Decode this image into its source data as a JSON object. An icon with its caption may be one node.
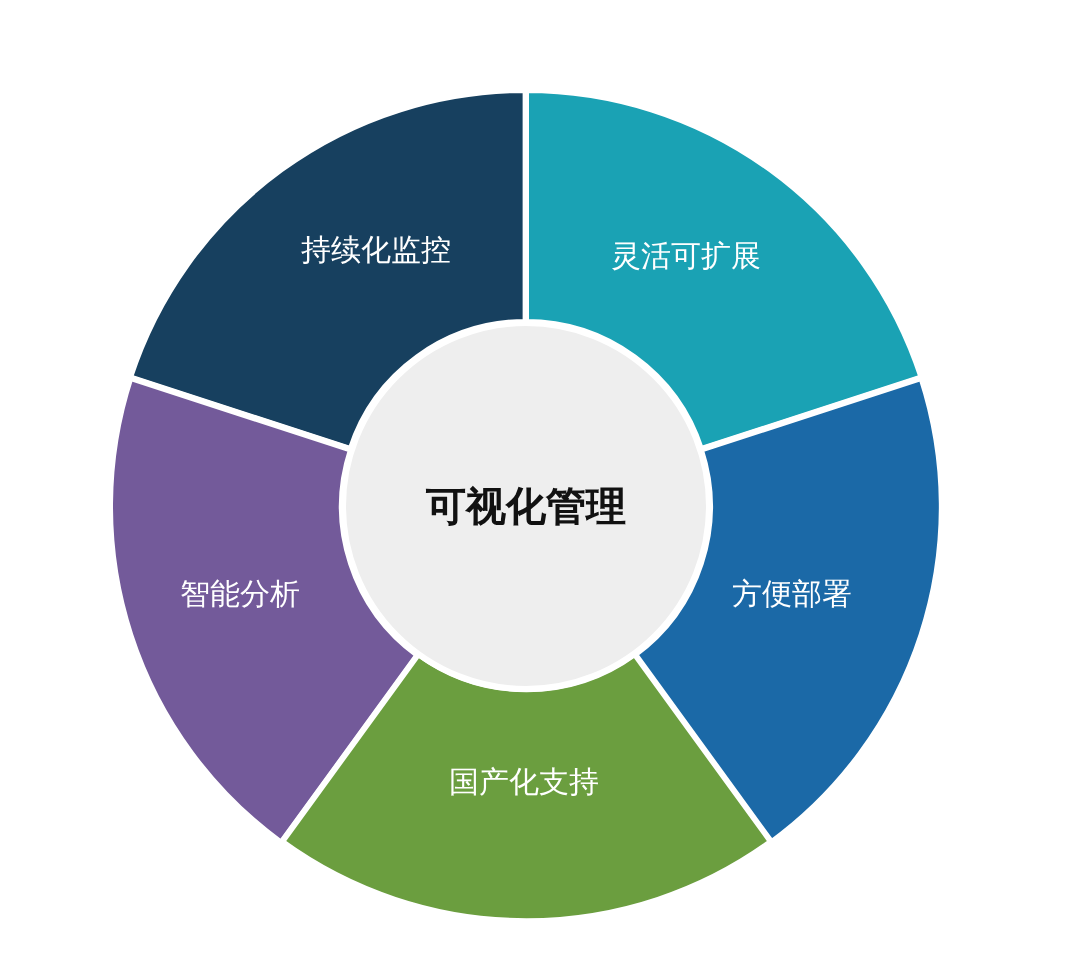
{
  "diagram": {
    "nodes": [
      {
        "text": [
          "持续化监控"
        ]
      },
      {
        "text": [
          "灵活可扩展"
        ]
      },
      {
        "text": [
          "可视化管理"
        ]
      },
      {
        "text": [
          "智能分析"
        ]
      },
      {
        "text": [
          "方便部署"
        ]
      },
      {
        "text": [
          "国产化支持"
        ]
      }
    ]
  }
}
